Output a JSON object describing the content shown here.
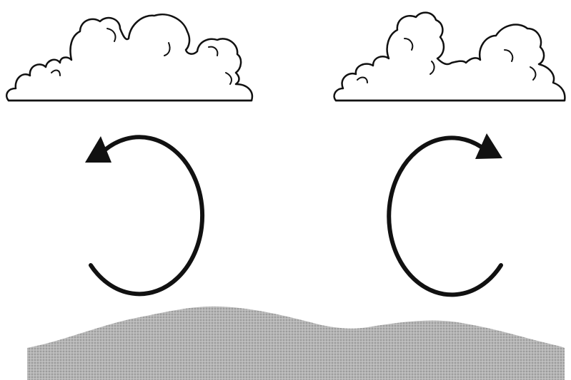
{
  "diagram": {
    "elements": [
      {
        "name": "cloud-left",
        "kind": "cumulus cloud"
      },
      {
        "name": "cloud-right",
        "kind": "cumulus cloud"
      },
      {
        "name": "circulation-arrow-left",
        "kind": "circular arrow",
        "direction": "counterclockwise"
      },
      {
        "name": "circulation-arrow-right",
        "kind": "circular arrow",
        "direction": "clockwise"
      },
      {
        "name": "ground-terrain",
        "kind": "stippled terrain"
      }
    ],
    "colors": {
      "background": "#ffffff",
      "stroke": "#111111",
      "cloud_fill": "#ffffff",
      "terrain_fill": "#b5b5b5",
      "terrain_dots": "#8a8a8a"
    }
  }
}
